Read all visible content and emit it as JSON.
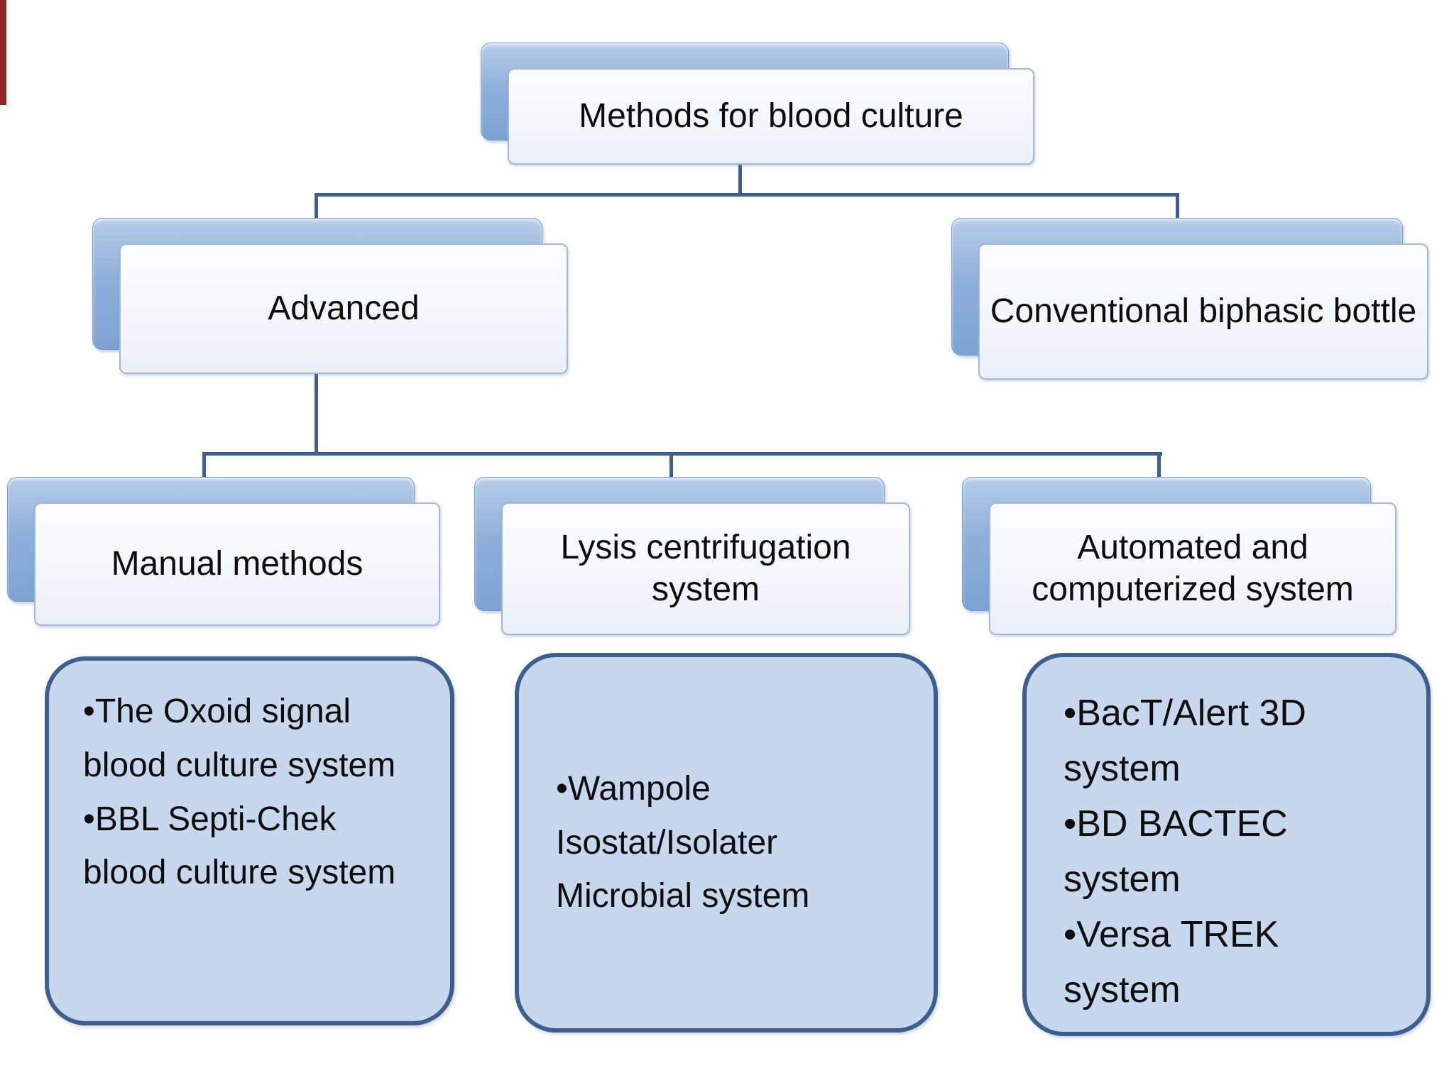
{
  "diagram": {
    "bullet": "•",
    "root": {
      "label": "Methods for blood culture"
    },
    "level2": {
      "advanced": {
        "label": "Advanced"
      },
      "conventional": {
        "label": "Conventional biphasic bottle"
      }
    },
    "level3": {
      "manual": {
        "label": "Manual methods",
        "items": [
          "The Oxoid signal blood culture system",
          "BBL Septi-Chek blood culture system"
        ]
      },
      "lysis": {
        "label": "Lysis centrifugation system",
        "items": [
          "Wampole Isostat/Isolater Microbial system"
        ]
      },
      "automated": {
        "label": "Automated and computerized system",
        "items": [
          "BacT/Alert 3D system",
          "BD BACTEC system",
          "Versa TREK system"
        ]
      }
    },
    "colors": {
      "shadow_box_blue": "#8fafda",
      "front_box_fill": "#f3f5fb",
      "front_box_border": "#a4b8d8",
      "connector_blue": "#3c6095",
      "detail_box_fill": "#c7d8ee",
      "detail_box_border": "#3d5e8e",
      "text": "#0d0d0d"
    }
  }
}
